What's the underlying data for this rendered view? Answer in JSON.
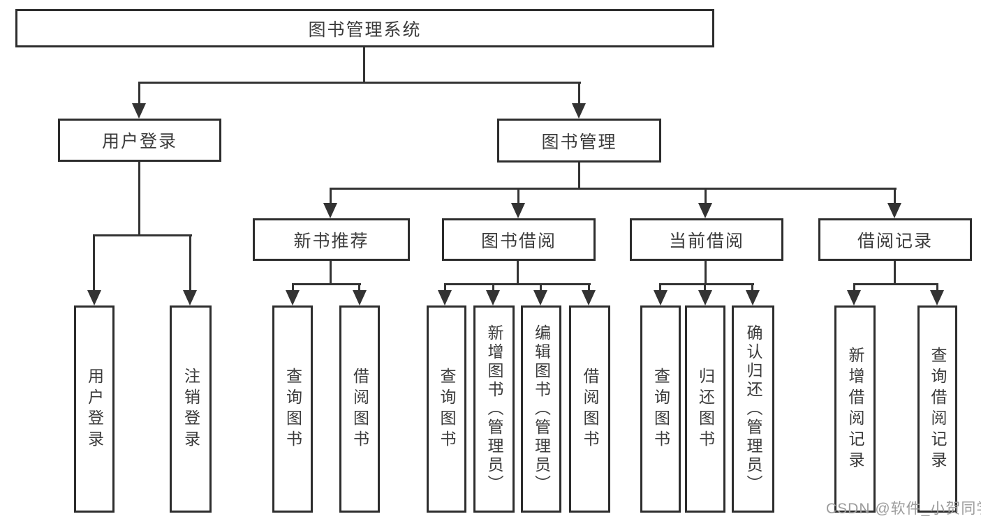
{
  "nodes": {
    "root": {
      "label": "图书管理系统"
    },
    "user_login": {
      "label": "用户登录"
    },
    "book_management": {
      "label": "图书管理"
    },
    "new_book_recommend": {
      "label": "新书推荐"
    },
    "book_borrowing": {
      "label": "图书借阅"
    },
    "current_borrowing": {
      "label": "当前借阅"
    },
    "borrowing_records": {
      "label": "借阅记录"
    },
    "user_login_leaf": {
      "label": "用户登录"
    },
    "logout": {
      "label": "注销登录"
    },
    "recommend_query_books": {
      "label": "查询图书"
    },
    "recommend_borrow_books": {
      "label": "借阅图书"
    },
    "borrowing_query_books": {
      "label": "查询图书"
    },
    "add_books_admin": {
      "label": "新增图书（管理员）"
    },
    "edit_books_admin": {
      "label": "编辑图书（管理员）"
    },
    "borrowing_borrow_books": {
      "label": "借阅图书"
    },
    "current_query_books": {
      "label": "查询图书"
    },
    "return_books": {
      "label": "归还图书"
    },
    "confirm_return_admin": {
      "label": "确认归还（管理员）"
    },
    "add_borrowing_record": {
      "label": "新增借阅记录"
    },
    "query_borrowing_record": {
      "label": "查询借阅记录"
    }
  },
  "watermark": {
    "text": "CSDN @软件_小贺同学"
  },
  "colors": {
    "line": "#333333",
    "border": "#2d2d2d",
    "text": "#3b3b3b",
    "watermark_text": "#9c9c9c",
    "background": "#ffffff"
  }
}
